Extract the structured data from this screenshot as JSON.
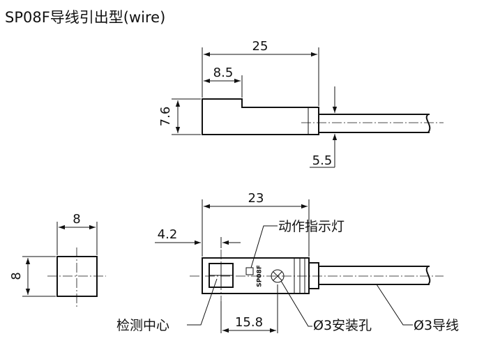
{
  "title": "SP08F导线引出型(wire)",
  "top_view": {
    "length": "25",
    "step_length": "8.5",
    "height": "7.6",
    "cable_exit_width": "5.5"
  },
  "front_view": {
    "length": "23",
    "sensing_offset": "4.2",
    "hole_offset": "15.8",
    "body_marking": "SP08F"
  },
  "end_view": {
    "width": "8",
    "height": "8"
  },
  "callouts": {
    "indicator_light": "动作指示灯",
    "sensing_center": "检测中心",
    "mounting_hole": "Ø3安装孔",
    "wire": "Ø3导线"
  },
  "colors": {
    "line": "#111111",
    "background": "#ffffff"
  }
}
